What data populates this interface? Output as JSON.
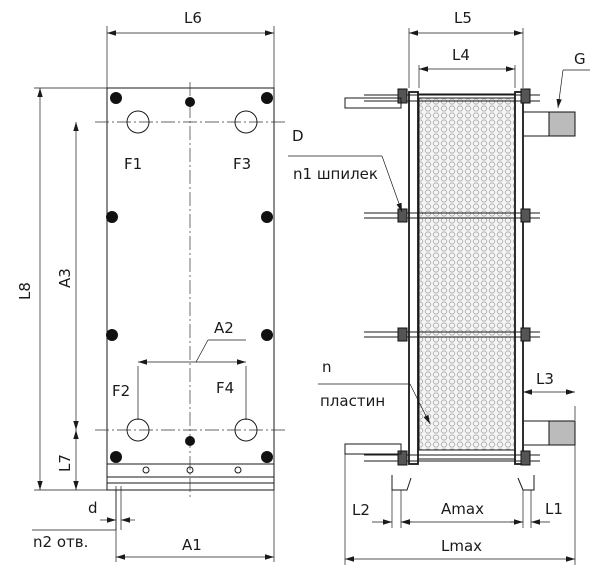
{
  "labels": {
    "L6": "L6",
    "L5": "L5",
    "L4": "L4",
    "G": "G",
    "D": "D",
    "n1": "n1 шпилек",
    "L8": "L8",
    "A3": "A3",
    "A2": "A2",
    "F1": "F1",
    "F2": "F2",
    "F3": "F3",
    "F4": "F4",
    "L7": "L7",
    "d": "d",
    "n2": "n2 отв.",
    "A1": "A1",
    "n": "n",
    "plates": "пластин",
    "L3": "L3",
    "L2": "L2",
    "Amax": "Amax",
    "L1": "L1",
    "Lmax": "Lmax"
  }
}
